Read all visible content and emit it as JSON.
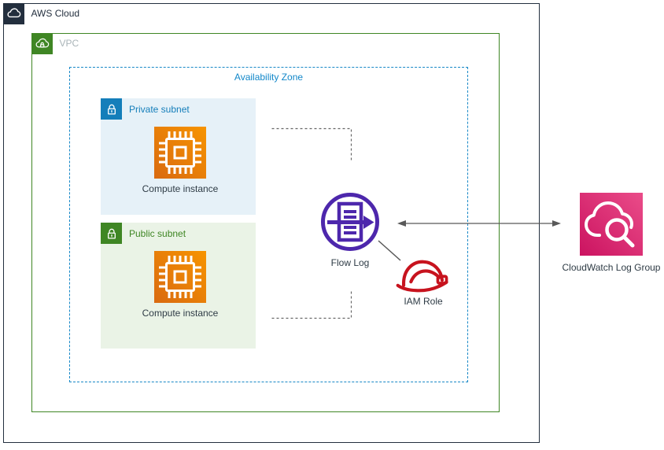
{
  "diagram": {
    "aws_cloud": {
      "label": "AWS Cloud"
    },
    "vpc": {
      "label": "VPC"
    },
    "availability_zone": {
      "label": "Availability Zone"
    },
    "private_subnet": {
      "label": "Private subnet",
      "instance": "Compute instance"
    },
    "public_subnet": {
      "label": "Public subnet",
      "instance": "Compute instance"
    },
    "flow_log": {
      "label": "Flow Log"
    },
    "iam_role": {
      "label": "IAM Role"
    },
    "cloudwatch_log_group": {
      "label": "CloudWatch Log Group"
    },
    "colors": {
      "aws_dark": "#232F3E",
      "vpc_green": "#3F8624",
      "subnet_blue": "#147EBA",
      "az_dashed_blue": "#1788C7",
      "private_subnet_bg": "#E6F1F8",
      "public_subnet_bg": "#EAF3E6",
      "compute_orange_light": "#F79400",
      "compute_orange_dark": "#D96A10",
      "flow_log_purple": "#4D27AC",
      "iam_role_red": "#C7131E",
      "cloudwatch_pink_light": "#EA4C89",
      "cloudwatch_pink_dark": "#CB1360",
      "connector_gray": "#595959",
      "dashed_connector_gray": "#666666"
    }
  }
}
